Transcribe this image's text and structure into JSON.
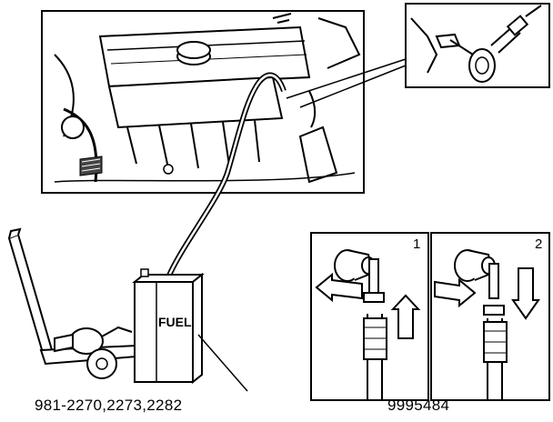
{
  "figure": {
    "fuel_label": "FUEL",
    "left_caption": "981-2270,2273,2282",
    "right_caption": "9995484",
    "steps": [
      "1",
      "2"
    ]
  }
}
